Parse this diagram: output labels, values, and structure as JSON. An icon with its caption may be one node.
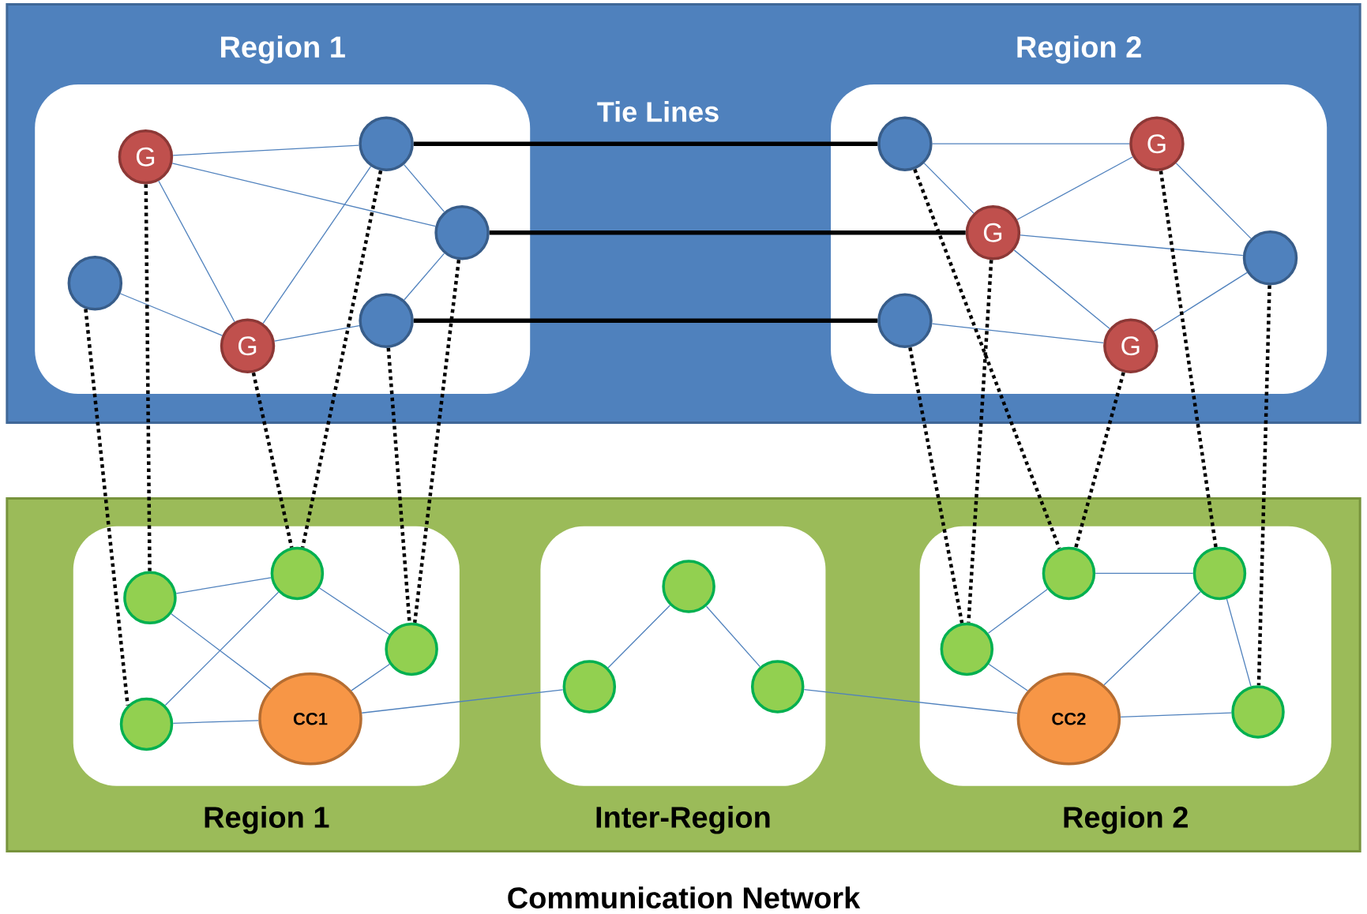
{
  "diagram": {
    "nodes": [
      {
        "text": [],
        "shape": "box"
      },
      {
        "text": [
          "Region 1"
        ],
        "in": 0
      },
      {
        "text": [
          "Region 2"
        ],
        "in": 0
      },
      {
        "text": [],
        "shape": "circle",
        "in": 1
      },
      {
        "text": [
          "G"
        ],
        "in": 1
      },
      {
        "text": [],
        "shape": "circle",
        "in": 1
      },
      {
        "text": [],
        "shape": "circle",
        "in": 1
      },
      {
        "text": [],
        "shape": "circle",
        "in": 1
      },
      {
        "text": [
          "G"
        ],
        "in": 1
      },
      {
        "text": [],
        "shape": "circle",
        "in": 2
      },
      {
        "text": [
          "G"
        ],
        "in": 2
      },
      {
        "text": [
          "G"
        ],
        "in": 2
      },
      {
        "text": [],
        "shape": "circle",
        "in": 2
      },
      {
        "text": [],
        "shape": "circle",
        "in": 2
      },
      {
        "text": [
          "G"
        ],
        "in": 2
      },
      {
        "text": [
          "Communication Network"
        ]
      },
      {
        "text": [
          "Region 1"
        ],
        "in": 15
      },
      {
        "text": [
          "Inter-Region"
        ],
        "in": 15
      },
      {
        "text": [
          "Region 2"
        ],
        "in": 15
      },
      {
        "text": [],
        "shape": "circle",
        "in": 16
      },
      {
        "text": [],
        "shape": "circle",
        "in": 16
      },
      {
        "text": [],
        "shape": "circle",
        "in": 16
      },
      {
        "text": [
          "CC1"
        ],
        "in": 16
      },
      {
        "text": [],
        "shape": "circle",
        "in": 16
      },
      {
        "text": [],
        "shape": "circle",
        "in": 17
      },
      {
        "text": [],
        "shape": "circle",
        "in": 17
      },
      {
        "text": [],
        "shape": "circle",
        "in": 17
      },
      {
        "text": [],
        "shape": "circle",
        "in": 18
      },
      {
        "text": [],
        "shape": "circle",
        "in": 18
      },
      {
        "text": [],
        "shape": "circle",
        "in": 18
      },
      {
        "text": [],
        "shape": "circle",
        "in": 18
      },
      {
        "text": [
          "CC2"
        ],
        "in": 18
      }
    ],
    "edges": [
      {
        "from": 4,
        "to": 3,
        "arrow": "none"
      },
      {
        "from": 4,
        "to": 5,
        "arrow": "none"
      },
      {
        "from": 4,
        "to": 8,
        "arrow": "none"
      },
      {
        "from": 3,
        "to": 8,
        "arrow": "none"
      },
      {
        "from": 3,
        "to": 5,
        "arrow": "none"
      },
      {
        "from": 5,
        "to": 7,
        "arrow": "none"
      },
      {
        "from": 6,
        "to": 8,
        "arrow": "none"
      },
      {
        "from": 8,
        "to": 7,
        "arrow": "none"
      },
      {
        "from": 3,
        "to": 9,
        "arrow": "none",
        "style": "thick",
        "color": "#000000"
      },
      {
        "from": 5,
        "to": 11,
        "arrow": "none",
        "style": "thick",
        "color": "#000000"
      },
      {
        "from": 7,
        "to": 13,
        "arrow": "none",
        "style": "thick",
        "color": "#000000"
      },
      {
        "from": 9,
        "to": 10,
        "arrow": "none"
      },
      {
        "from": 9,
        "to": 11,
        "arrow": "none"
      },
      {
        "from": 11,
        "to": 10,
        "arrow": "none"
      },
      {
        "from": 10,
        "to": 12,
        "arrow": "none"
      },
      {
        "from": 11,
        "to": 12,
        "arrow": "none"
      },
      {
        "from": 11,
        "to": 14,
        "arrow": "none"
      },
      {
        "from": 13,
        "to": 14,
        "arrow": "none"
      },
      {
        "from": 14,
        "to": 12,
        "arrow": "none"
      },
      {
        "from": 20,
        "to": 19,
        "arrow": "none"
      },
      {
        "from": 20,
        "to": 22,
        "arrow": "none"
      },
      {
        "from": 23,
        "to": 19,
        "arrow": "none"
      },
      {
        "from": 19,
        "to": 21,
        "arrow": "none"
      },
      {
        "from": 21,
        "to": 22,
        "arrow": "none"
      },
      {
        "from": 23,
        "to": 22,
        "arrow": "none"
      },
      {
        "from": 22,
        "to": 25,
        "arrow": "none"
      },
      {
        "from": 25,
        "to": 24,
        "arrow": "none"
      },
      {
        "from": 24,
        "to": 26,
        "arrow": "none"
      },
      {
        "from": 26,
        "to": 31,
        "arrow": "none"
      },
      {
        "from": 29,
        "to": 27,
        "arrow": "none"
      },
      {
        "from": 27,
        "to": 28,
        "arrow": "none"
      },
      {
        "from": 29,
        "to": 31,
        "arrow": "none"
      },
      {
        "from": 31,
        "to": 28,
        "arrow": "none"
      },
      {
        "from": 28,
        "to": 30,
        "arrow": "none"
      },
      {
        "from": 31,
        "to": 30,
        "arrow": "none"
      },
      {
        "from": 6,
        "to": 23,
        "arrow": "none",
        "style": "dashed",
        "color": "#000000"
      },
      {
        "from": 4,
        "to": 20,
        "arrow": "none",
        "style": "dashed",
        "color": "#000000"
      },
      {
        "from": 8,
        "to": 19,
        "arrow": "none",
        "style": "dashed",
        "color": "#000000"
      },
      {
        "from": 3,
        "to": 19,
        "arrow": "none",
        "style": "dashed",
        "color": "#000000"
      },
      {
        "from": 7,
        "to": 21,
        "arrow": "none",
        "style": "dashed",
        "color": "#000000"
      },
      {
        "from": 5,
        "to": 21,
        "arrow": "none",
        "style": "dashed",
        "color": "#000000"
      },
      {
        "from": 9,
        "to": 27,
        "arrow": "none",
        "style": "dashed",
        "color": "#000000"
      },
      {
        "from": 11,
        "to": 29,
        "arrow": "none",
        "style": "dashed",
        "color": "#000000"
      },
      {
        "from": 13,
        "to": 29,
        "arrow": "none",
        "style": "dashed",
        "color": "#000000"
      },
      {
        "from": 14,
        "to": 27,
        "arrow": "none",
        "style": "dashed",
        "color": "#000000"
      },
      {
        "from": 10,
        "to": 28,
        "arrow": "none",
        "style": "dashed",
        "color": "#000000"
      },
      {
        "from": 12,
        "to": 30,
        "arrow": "none",
        "style": "dashed",
        "color": "#000000"
      }
    ],
    "labels": [
      "Tie Lines"
    ]
  }
}
